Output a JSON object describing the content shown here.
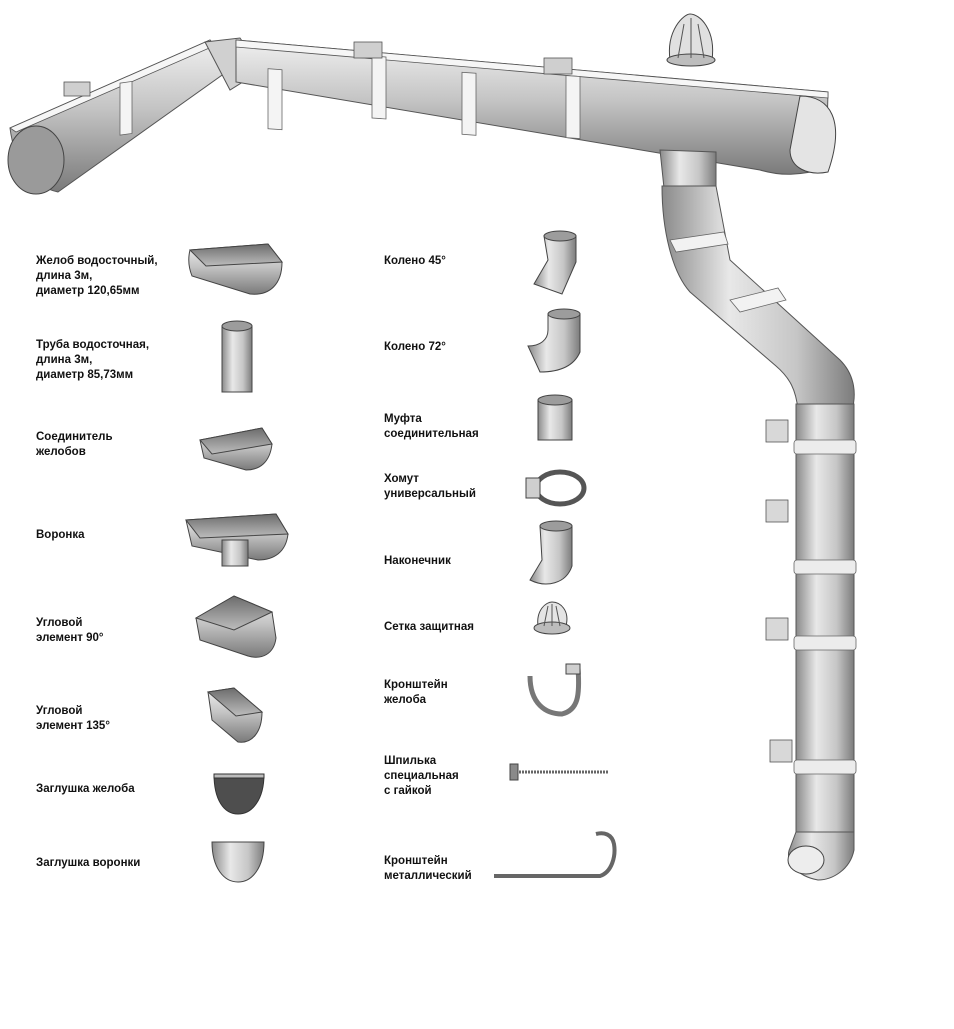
{
  "colors": {
    "metal_light": "#e6e6e6",
    "metal_mid": "#b8b8b8",
    "metal_dark": "#6e6e6e",
    "outline": "#4a4a4a",
    "text": "#111111"
  },
  "parts_left": [
    {
      "label": "Желоб водосточный,\nдлина 3м,\nдиаметр 120,65мм",
      "icon": "gutter-icon"
    },
    {
      "label": "Труба водосточная,\nдлина 3м,\nдиаметр 85,73мм",
      "icon": "downpipe-icon"
    },
    {
      "label": "Соединитель\nжелобов",
      "icon": "gutter-connector-icon"
    },
    {
      "label": "Воронка",
      "icon": "funnel-icon"
    },
    {
      "label": "Угловой\nэлемент 90°",
      "icon": "corner-90-icon"
    },
    {
      "label": "Угловой\nэлемент 135°",
      "icon": "corner-135-icon"
    },
    {
      "label": "Заглушка желоба",
      "icon": "gutter-cap-icon"
    },
    {
      "label": "Заглушка воронки",
      "icon": "funnel-cap-icon"
    }
  ],
  "parts_right": [
    {
      "label": "Колено 45°",
      "icon": "elbow-45-icon"
    },
    {
      "label": "Колено 72°",
      "icon": "elbow-72-icon"
    },
    {
      "label": "Муфта\nсоединительная",
      "icon": "coupling-icon"
    },
    {
      "label": "Хомут\nуниверсальный",
      "icon": "pipe-clamp-icon"
    },
    {
      "label": "Наконечник",
      "icon": "outlet-elbow-icon"
    },
    {
      "label": "Сетка защитная",
      "icon": "leaf-guard-icon"
    },
    {
      "label": "Кронштейн\nжелоба",
      "icon": "gutter-bracket-icon"
    },
    {
      "label": "Шпилька\nспециальная\nс гайкой",
      "icon": "threaded-stud-icon"
    },
    {
      "label": "Кронштейн\nметаллический",
      "icon": "metal-bracket-icon"
    }
  ]
}
